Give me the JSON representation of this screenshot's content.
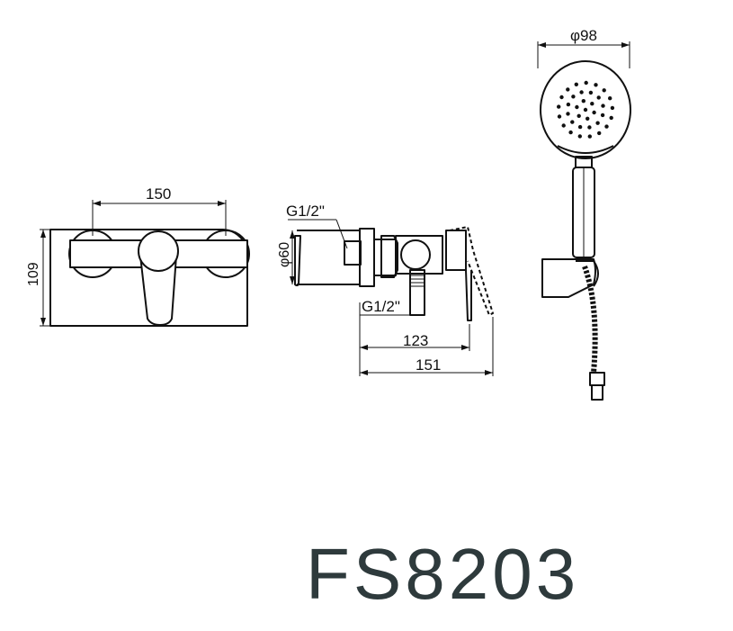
{
  "model": "FS8203",
  "front_view": {
    "width_label": "150",
    "height_label": "109"
  },
  "side_view": {
    "inlet_thread_top": "G1/2\"",
    "inlet_thread_bottom": "G1/2\"",
    "flange_diameter": "φ60",
    "depth_label": "123",
    "total_depth_label": "151"
  },
  "hand_shower": {
    "head_diameter": "φ98"
  },
  "colors": {
    "line": "#111111",
    "model_text": "#2e3a3c"
  }
}
